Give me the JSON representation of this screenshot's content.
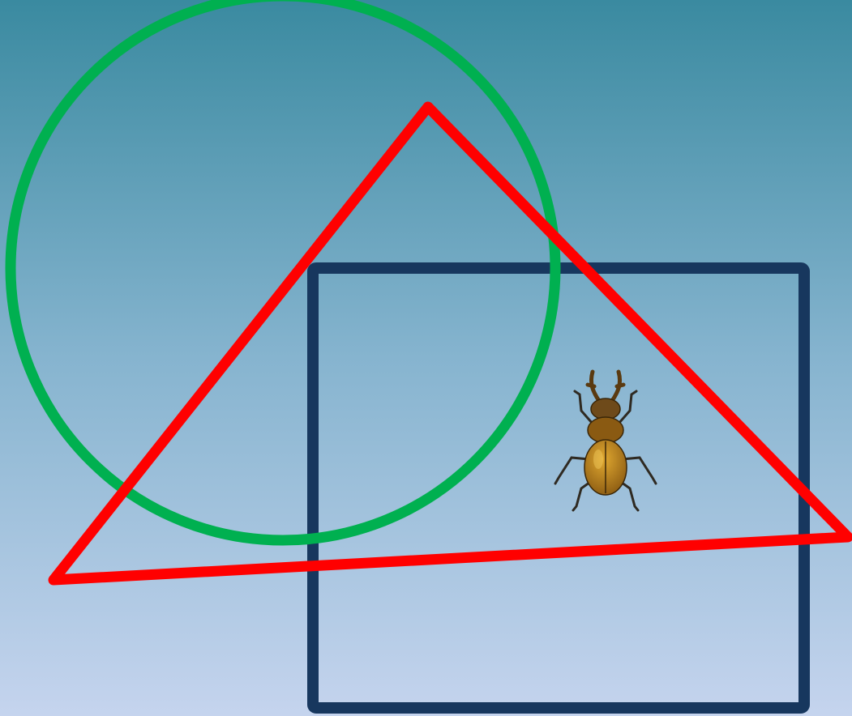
{
  "background": {
    "gradient_top": "#3A8AA0",
    "gradient_mid": "#86B4CF",
    "gradient_bottom": "#C5D4EE"
  },
  "shapes": {
    "circle": {
      "name": "circle",
      "stroke": "#00B050"
    },
    "triangle": {
      "name": "triangle",
      "stroke": "#FF0000"
    },
    "square": {
      "name": "square",
      "stroke": "#17375E"
    }
  },
  "beetle": {
    "name": "stag-beetle",
    "body_color": "#8A5A12",
    "highlight_color": "#E0A830",
    "leg_color": "#2F2A22"
  }
}
